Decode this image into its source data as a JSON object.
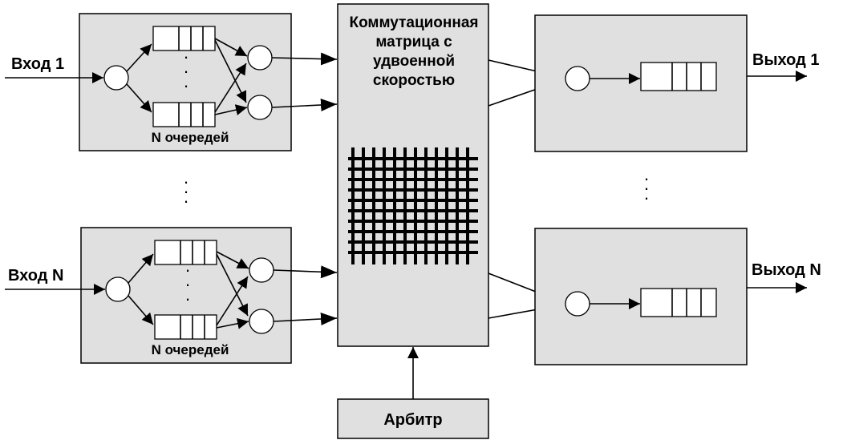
{
  "inputs": {
    "first_label": "Вход 1",
    "last_label": "Вход N",
    "queues_caption_top": "N очередей",
    "queues_caption_bottom": "N очередей"
  },
  "switch": {
    "title_line1": "Коммутационная",
    "title_line2": "матрица с",
    "title_line3": "удвоенной",
    "title_line4": "скоростью"
  },
  "arbiter": {
    "label": "Арбитр"
  },
  "outputs": {
    "first_label": "Выход 1",
    "last_label": "Выход N"
  },
  "ellipsis": "·"
}
